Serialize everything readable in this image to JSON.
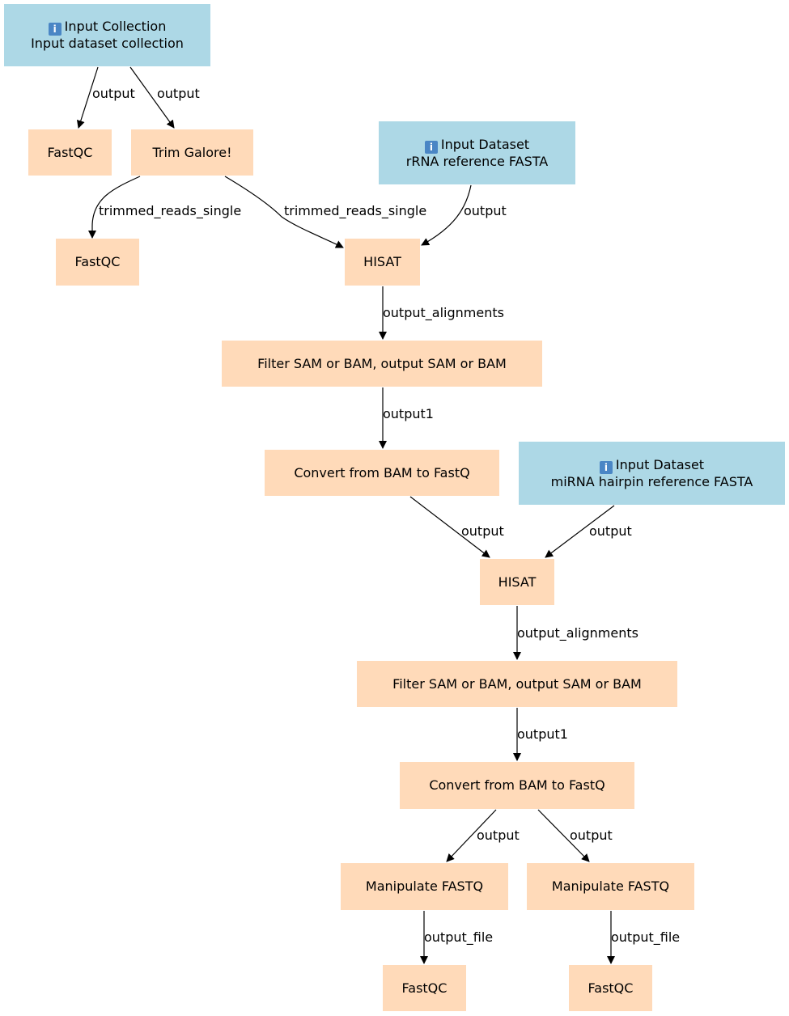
{
  "colors": {
    "input": "#add8e6",
    "tool": "#ffdab9",
    "edge": "#000000"
  },
  "nodes": {
    "input_collection": {
      "icon": "info-icon",
      "title": "Input Collection",
      "subtitle": "Input dataset collection"
    },
    "fastqc_1": {
      "label": "FastQC"
    },
    "trim_galore": {
      "label": "Trim Galore!"
    },
    "input_rrna": {
      "icon": "info-icon",
      "title": "Input Dataset",
      "subtitle": "rRNA reference FASTA"
    },
    "fastqc_2": {
      "label": "FastQC"
    },
    "hisat_1": {
      "label": "HISAT"
    },
    "filter_1": {
      "label": "Filter SAM or BAM, output SAM or BAM"
    },
    "convert_1": {
      "label": "Convert from BAM to FastQ"
    },
    "input_mirna": {
      "icon": "info-icon",
      "title": "Input Dataset",
      "subtitle": "miRNA hairpin reference FASTA"
    },
    "hisat_2": {
      "label": "HISAT"
    },
    "filter_2": {
      "label": "Filter SAM or BAM, output SAM or BAM"
    },
    "convert_2": {
      "label": "Convert from BAM to FastQ"
    },
    "manipulate_1": {
      "label": "Manipulate FASTQ"
    },
    "manipulate_2": {
      "label": "Manipulate FASTQ"
    },
    "fastqc_3": {
      "label": "FastQC"
    },
    "fastqc_4": {
      "label": "FastQC"
    }
  },
  "edges": [
    {
      "from": "input_collection",
      "to": "fastqc_1",
      "label": "output"
    },
    {
      "from": "input_collection",
      "to": "trim_galore",
      "label": "output"
    },
    {
      "from": "trim_galore",
      "to": "fastqc_2",
      "label": "trimmed_reads_single"
    },
    {
      "from": "trim_galore",
      "to": "hisat_1",
      "label": "trimmed_reads_single"
    },
    {
      "from": "input_rrna",
      "to": "hisat_1",
      "label": "output"
    },
    {
      "from": "hisat_1",
      "to": "filter_1",
      "label": "output_alignments"
    },
    {
      "from": "filter_1",
      "to": "convert_1",
      "label": "output1"
    },
    {
      "from": "convert_1",
      "to": "hisat_2",
      "label": "output"
    },
    {
      "from": "input_mirna",
      "to": "hisat_2",
      "label": "output"
    },
    {
      "from": "hisat_2",
      "to": "filter_2",
      "label": "output_alignments"
    },
    {
      "from": "filter_2",
      "to": "convert_2",
      "label": "output1"
    },
    {
      "from": "convert_2",
      "to": "manipulate_1",
      "label": "output"
    },
    {
      "from": "convert_2",
      "to": "manipulate_2",
      "label": "output"
    },
    {
      "from": "manipulate_1",
      "to": "fastqc_3",
      "label": "output_file"
    },
    {
      "from": "manipulate_2",
      "to": "fastqc_4",
      "label": "output_file"
    }
  ]
}
